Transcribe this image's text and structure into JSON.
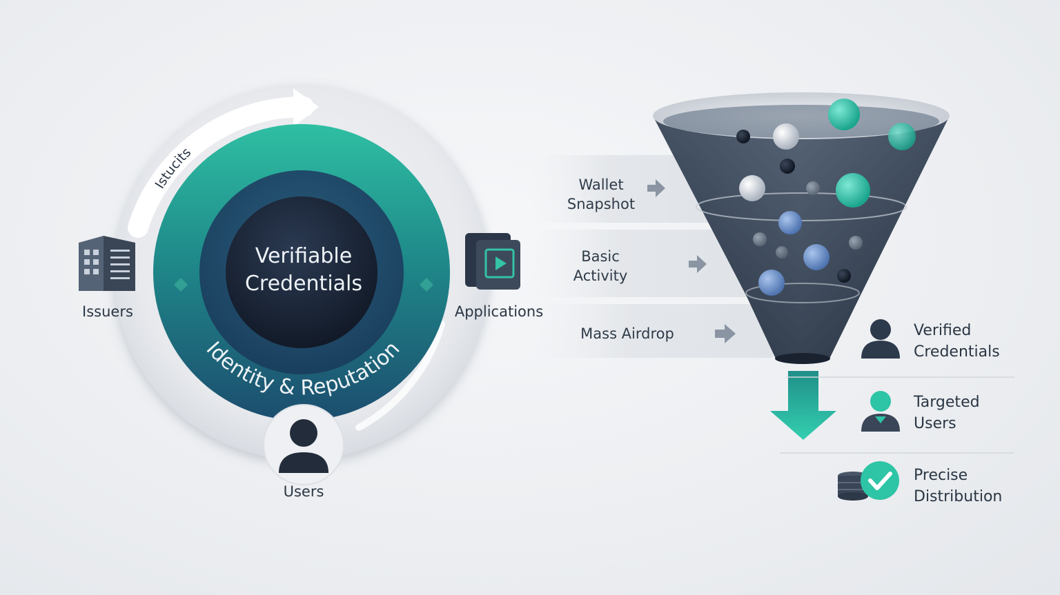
{
  "cycle": {
    "arc_label": "Istucits",
    "center_title_line1": "Verifiable",
    "center_title_line2": "Credentials",
    "ring_label": "Identity & Reputation",
    "nodes": [
      {
        "label": "Issuers",
        "icon": "building-icon"
      },
      {
        "label": "Applications",
        "icon": "app-icon"
      },
      {
        "label": "Users",
        "icon": "user-icon"
      }
    ]
  },
  "funnel": {
    "stages": [
      {
        "line1": "Wallet",
        "line2": "Snapshot"
      },
      {
        "line1": "Basic",
        "line2": "Activity"
      },
      {
        "line1": "Mass Airdrop",
        "line2": ""
      }
    ],
    "outcomes": [
      {
        "line1": "Verified",
        "line2": "Credentials",
        "icon": "user-icon"
      },
      {
        "line1": "Targeted",
        "line2": "Users",
        "icon": "targeted-user-icon"
      },
      {
        "line1": "Precise",
        "line2": "Distribution",
        "icon": "check-database-icon"
      }
    ]
  },
  "colors": {
    "teal": "#2ec4a6",
    "navy": "#1e2b3e",
    "slate": "#3d4a5a",
    "blue": "#6f93c9"
  }
}
